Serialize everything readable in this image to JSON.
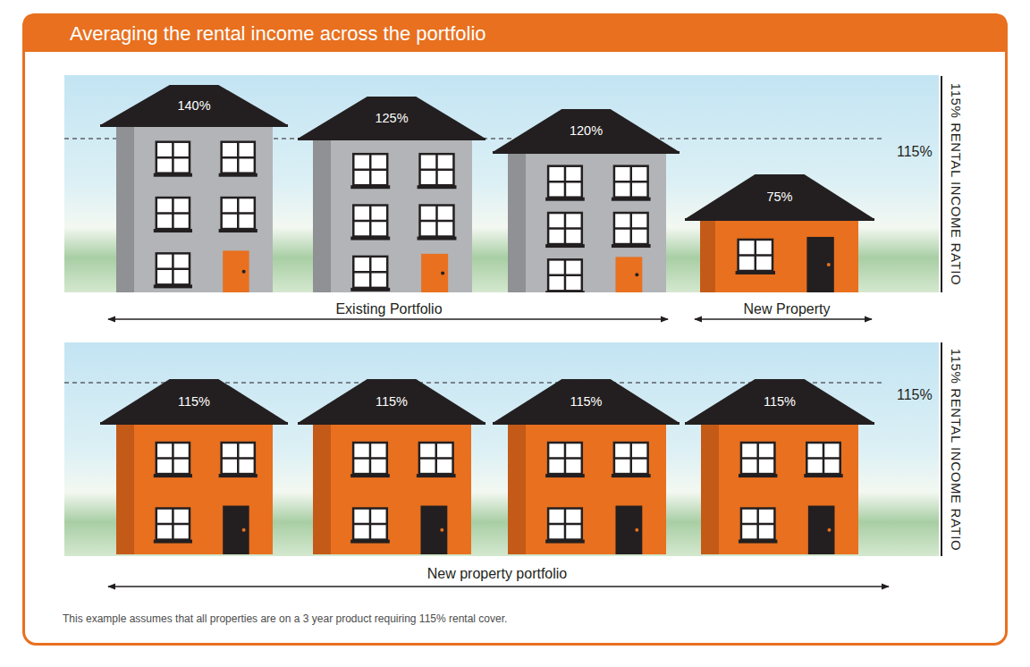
{
  "diagram": {
    "title": "Averaging the rental income across the portfolio",
    "caption": "This example assumes that all properties are on a 3 year product requiring 115% rental cover.",
    "nodes": [
      {
        "text": [
          "140%"
        ]
      },
      {
        "text": [
          "125%"
        ]
      },
      {
        "text": [
          "120%"
        ]
      },
      {
        "text": [
          "75%"
        ]
      },
      {
        "text": [
          "115%"
        ]
      },
      {
        "text": [
          "115%"
        ]
      },
      {
        "text": [
          "115%"
        ]
      },
      {
        "text": [
          "115%"
        ]
      }
    ],
    "labels": [
      "115%",
      "115% RENTAL INCOME RATIO",
      "Existing Portfolio",
      "New Property",
      "115%",
      "115% RENTAL INCOME RATIO",
      "New property portfolio"
    ]
  }
}
